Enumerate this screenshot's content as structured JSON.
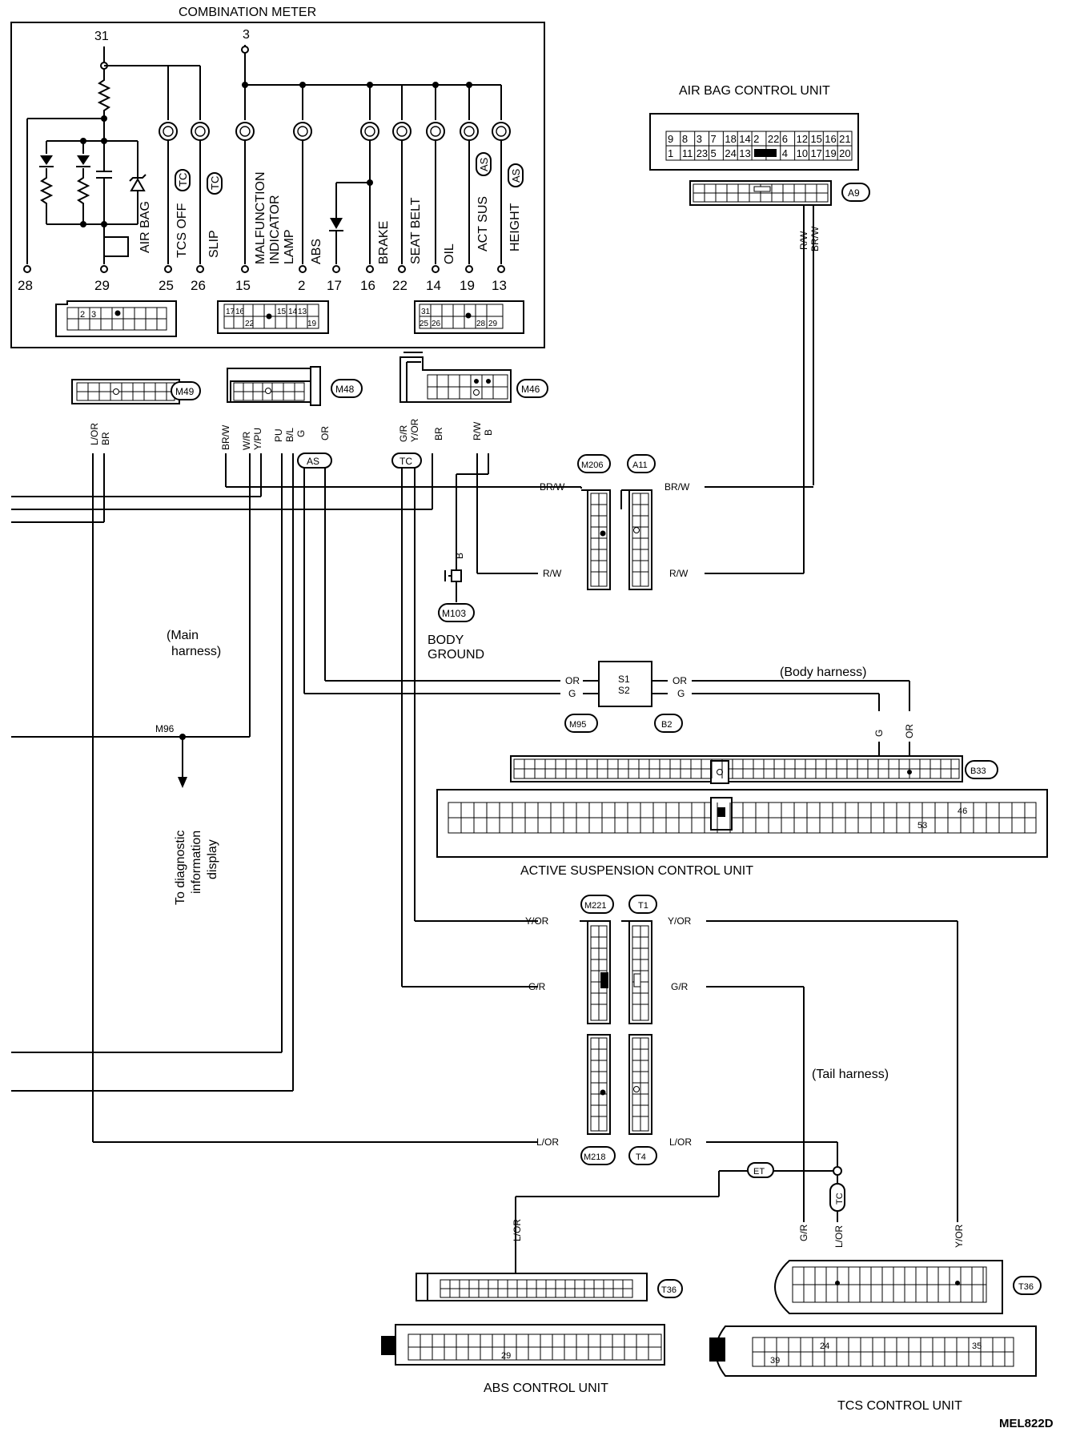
{
  "combination_meter": {
    "title": "COMBINATION METER",
    "top_terminals": {
      "left": "31",
      "right": "3"
    },
    "lamp_labels": [
      {
        "name": "tcs-off",
        "text": "TCS OFF",
        "badge": "TC"
      },
      {
        "name": "slip",
        "text": "SLIP",
        "badge": "TC"
      },
      {
        "name": "malfunction",
        "lines": [
          "MALFUNCTION",
          "INDICATOR",
          "LAMP"
        ]
      },
      {
        "name": "abs",
        "text": "ABS"
      },
      {
        "name": "brake",
        "text": "BRAKE"
      },
      {
        "name": "seat-belt",
        "text": "SEAT BELT"
      },
      {
        "name": "oil",
        "text": "OIL"
      },
      {
        "name": "act-sus",
        "text": "ACT SUS",
        "badge": "AS"
      },
      {
        "name": "height",
        "text": "HEIGHT",
        "badge": "AS"
      }
    ],
    "air_bag_label": "AIR BAG",
    "pin_numbers": [
      "28",
      "29",
      "25",
      "26",
      "15",
      "2",
      "17",
      "16",
      "22",
      "14",
      "19",
      "13"
    ],
    "connector_a_pins": [
      "2",
      "3"
    ],
    "connector_b_pins": [
      "17",
      "16",
      "15",
      "14",
      "13",
      "22",
      "19"
    ],
    "connector_c_pins": [
      "31",
      "25",
      "26",
      "28",
      "29"
    ]
  },
  "air_bag_unit": {
    "title": "AIR BAG CONTROL UNIT",
    "row1": [
      "9",
      "8",
      "3",
      "7",
      "18",
      "14",
      "2",
      "22",
      "6",
      "12",
      "15",
      "16",
      "21"
    ],
    "row2": [
      "1",
      "11",
      "23",
      "5",
      "24",
      "13",
      "",
      "4",
      "10",
      "17",
      "19",
      "20"
    ],
    "connector": "A9",
    "wires": [
      "R/W",
      "BR/W"
    ]
  },
  "connectors": {
    "M49": "M49",
    "M48": "M48",
    "M46": "M46",
    "M206": "M206",
    "A11": "A11",
    "M103": "M103",
    "M95": "M95",
    "B2": "B2",
    "B33": "B33",
    "M221": "M221",
    "T1": "T1",
    "M218": "M218",
    "T4": "T4",
    "T36a": "T36",
    "T36b": "T36",
    "M96": "M96",
    "ET": "ET",
    "TC_tag": "TC",
    "AS_tag": "AS",
    "TC_tag2": "TC"
  },
  "wire_labels": {
    "m49": [
      "L/OR",
      "BR"
    ],
    "m48": [
      "BR/W",
      "W/R",
      "Y/PU",
      "PU",
      "B/L",
      "G",
      "OR"
    ],
    "m46": [
      "G/R",
      "Y/OR",
      "BR",
      "R/W",
      "B"
    ],
    "m206_left": [
      "BR/W",
      "R/W"
    ],
    "a11_right": [
      "BR/W",
      "R/W"
    ],
    "ground_wire": "B",
    "m95_left": [
      "OR",
      "G"
    ],
    "b2_right": [
      "OR",
      "G"
    ],
    "b33_wires": [
      "G",
      "OR"
    ],
    "m221_left": [
      "Y/OR",
      "G/R"
    ],
    "t1_right": [
      "Y/OR",
      "G/R"
    ],
    "m218_left": "L/OR",
    "t4_right": "L/OR",
    "abs_wire": "L/OR",
    "tcs_wires": [
      "G/R",
      "L/OR",
      "Y/OR"
    ]
  },
  "joint": {
    "s1": "S1",
    "s2": "S2"
  },
  "labels": {
    "body_ground": [
      "BODY",
      "GROUND"
    ],
    "main_harness": [
      "(Main",
      "harness)"
    ],
    "body_harness": "(Body harness)",
    "tail_harness": "(Tail harness)",
    "diagnostic": [
      "To diagnostic",
      "information",
      "display"
    ]
  },
  "active_suspension": {
    "title": "ACTIVE SUSPENSION CONTROL UNIT",
    "pins": [
      "46",
      "53"
    ]
  },
  "abs_unit": {
    "title": "ABS CONTROL UNIT",
    "pin": "29"
  },
  "tcs_unit": {
    "title": "TCS CONTROL UNIT",
    "pins": [
      "24",
      "35",
      "39"
    ]
  },
  "diagram_code": "MEL822D"
}
